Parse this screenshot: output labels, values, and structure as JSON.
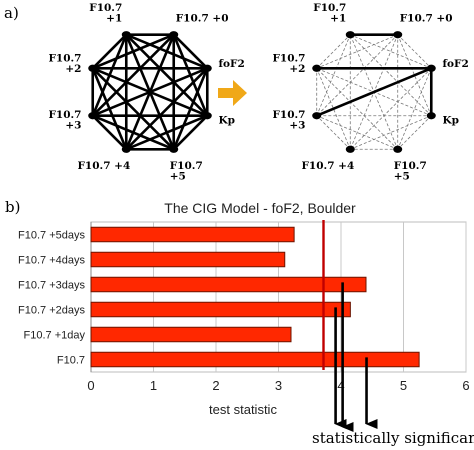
{
  "panel_a": {
    "label": "a)",
    "nodes": [
      {
        "id": "n0",
        "lines": [
          "F10.7 +0"
        ]
      },
      {
        "id": "n1",
        "lines": [
          "foF2"
        ]
      },
      {
        "id": "n2",
        "lines": [
          "Kp"
        ]
      },
      {
        "id": "n3",
        "lines": [
          "F10.7",
          "+5"
        ]
      },
      {
        "id": "n4",
        "lines": [
          "F10.7 +4"
        ]
      },
      {
        "id": "n5",
        "lines": [
          "F10.7",
          "+3"
        ]
      },
      {
        "id": "n6",
        "lines": [
          "F10.7",
          "+2"
        ]
      },
      {
        "id": "n7",
        "lines": [
          "F10.7",
          "+1"
        ]
      }
    ],
    "graphs": [
      {
        "name": "complete",
        "thick_edges": "all"
      },
      {
        "name": "reduced",
        "thick_edges": [
          [
            "n0",
            "n7"
          ],
          [
            "n1",
            "n6"
          ],
          [
            "n1",
            "n5"
          ],
          [
            "n1",
            "n2"
          ]
        ]
      }
    ],
    "arrow_color": "#f0a818"
  },
  "chart_data": {
    "type": "bar",
    "orientation": "horizontal",
    "label": "b)",
    "title": "The CIG Model - foF2, Boulder",
    "xlabel": "test statistic",
    "ylabel": "",
    "xlim": [
      0,
      6
    ],
    "xticks": [
      0,
      1,
      2,
      3,
      4,
      5,
      6
    ],
    "grid": true,
    "categories": [
      "F10.7 +5days",
      "F10.7 +4days",
      "F10.7 +3days",
      "F10.7 +2days",
      "F10.7 +1day",
      "F10.7"
    ],
    "values": [
      3.25,
      3.1,
      4.4,
      4.15,
      3.2,
      5.25
    ],
    "bar_color": "#ff2800",
    "threshold": 3.72,
    "threshold_color": "#c00000",
    "annotation": {
      "text": "statistically significant",
      "points_to": [
        "F10.7 +2days",
        "F10.7 +3days",
        "F10.7"
      ]
    }
  }
}
